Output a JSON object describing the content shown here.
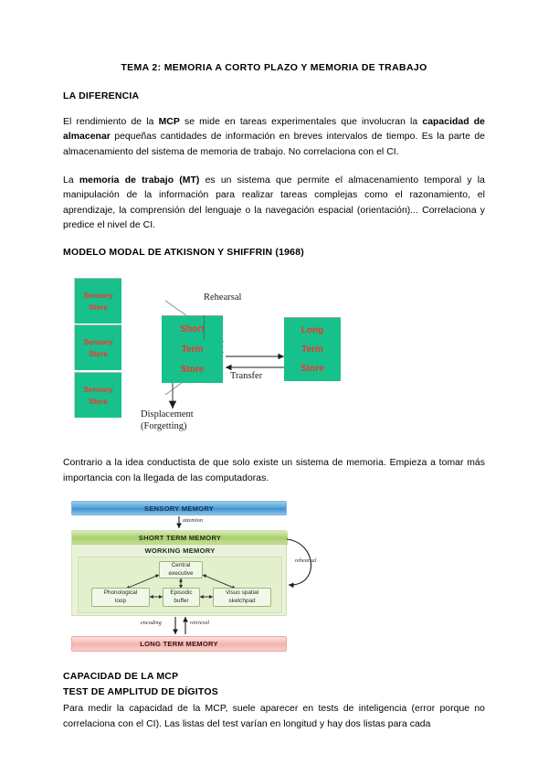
{
  "document": {
    "title": "TEMA 2: MEMORIA A CORTO PLAZO Y MEMORIA DE TRABAJO",
    "sections": {
      "diferencia_head": "LA DIFERENCIA",
      "modelo_head": "MODELO MODAL DE ATKISNON Y SHIFFRIN (1968)",
      "capacidad_head": "CAPACIDAD DE LA MCP",
      "test_head": "TEST DE AMPLITUD DE DÍGITOS"
    },
    "paragraphs": {
      "p1_a": "El rendimiento de la ",
      "p1_b": "MCP",
      "p1_c": " se mide en tareas experimentales que involucran la ",
      "p1_d": "capacidad de almacenar",
      "p1_e": " pequeñas cantidades de información en breves intervalos de tiempo. Es la parte de almacenamiento del sistema de memoria de trabajo. No correlaciona con el CI.",
      "p2_a": "La ",
      "p2_b": "memoria de trabajo (MT)",
      "p2_c": " es un sistema que permite el almacenamiento temporal y la manipulación de la información para realizar tareas complejas como el razonamiento, el aprendizaje, la comprensión del lenguaje o la navegación espacial (orientación)... Correlaciona y predice el nivel de CI.",
      "p3": "Contrario a la idea conductista de que solo existe un sistema de memoria. Empieza a tomar más importancia con la llegada de las computadoras.",
      "p4": "Para medir la capacidad de la MCP, suele aparecer en tests de inteligencia (error porque no correlaciona con el CI). Las listas del test varían en longitud y hay dos listas para cada"
    }
  },
  "diagram_modal": {
    "sensory_1": {
      "line1": "Sensory",
      "line2": "Store"
    },
    "sensory_2": {
      "line1": "Sensory",
      "line2": "Store"
    },
    "sensory_3": {
      "line1": "Sensory",
      "line2": "Store"
    },
    "short_term": {
      "line1": "Short",
      "line2": "Term",
      "line3": "Store"
    },
    "long_term": {
      "line1": "Long",
      "line2": "Term",
      "line3": "Store"
    },
    "labels": {
      "rehearsal": "Rehearsal",
      "transfer": "Transfer",
      "displacement_1": "Displacement",
      "displacement_2": "(Forgetting)"
    },
    "colors": {
      "box_fill": "#17c18c",
      "box_text": "#ff2d2d",
      "connector": "#6f6f6f"
    }
  },
  "diagram_working_memory": {
    "sensory_memory": "SENSORY MEMORY",
    "short_term_memory": "SHORT TERM MEMORY",
    "working_memory": "WORKING MEMORY",
    "long_term_memory": "LONG TERM MEMORY",
    "central_executive": {
      "line1": "Central",
      "line2": "executive"
    },
    "phonological_loop": {
      "line1": "Phonological",
      "line2": "loop"
    },
    "episodic_buffer": {
      "line1": "Episodic",
      "line2": "buffer"
    },
    "visuo_spatial": {
      "line1": "Visuo spatial",
      "line2": "sketchpad"
    },
    "labels": {
      "attention": "attention",
      "rehearsal": "rehearsal",
      "encoding": "encoding",
      "retrieval": "retrieval"
    },
    "colors": {
      "sensory_band": "#57a6dc",
      "stm_band": "#a9cf6d",
      "ltm_band": "#f4b4b0",
      "wm_fill": "#eaf3da"
    }
  }
}
